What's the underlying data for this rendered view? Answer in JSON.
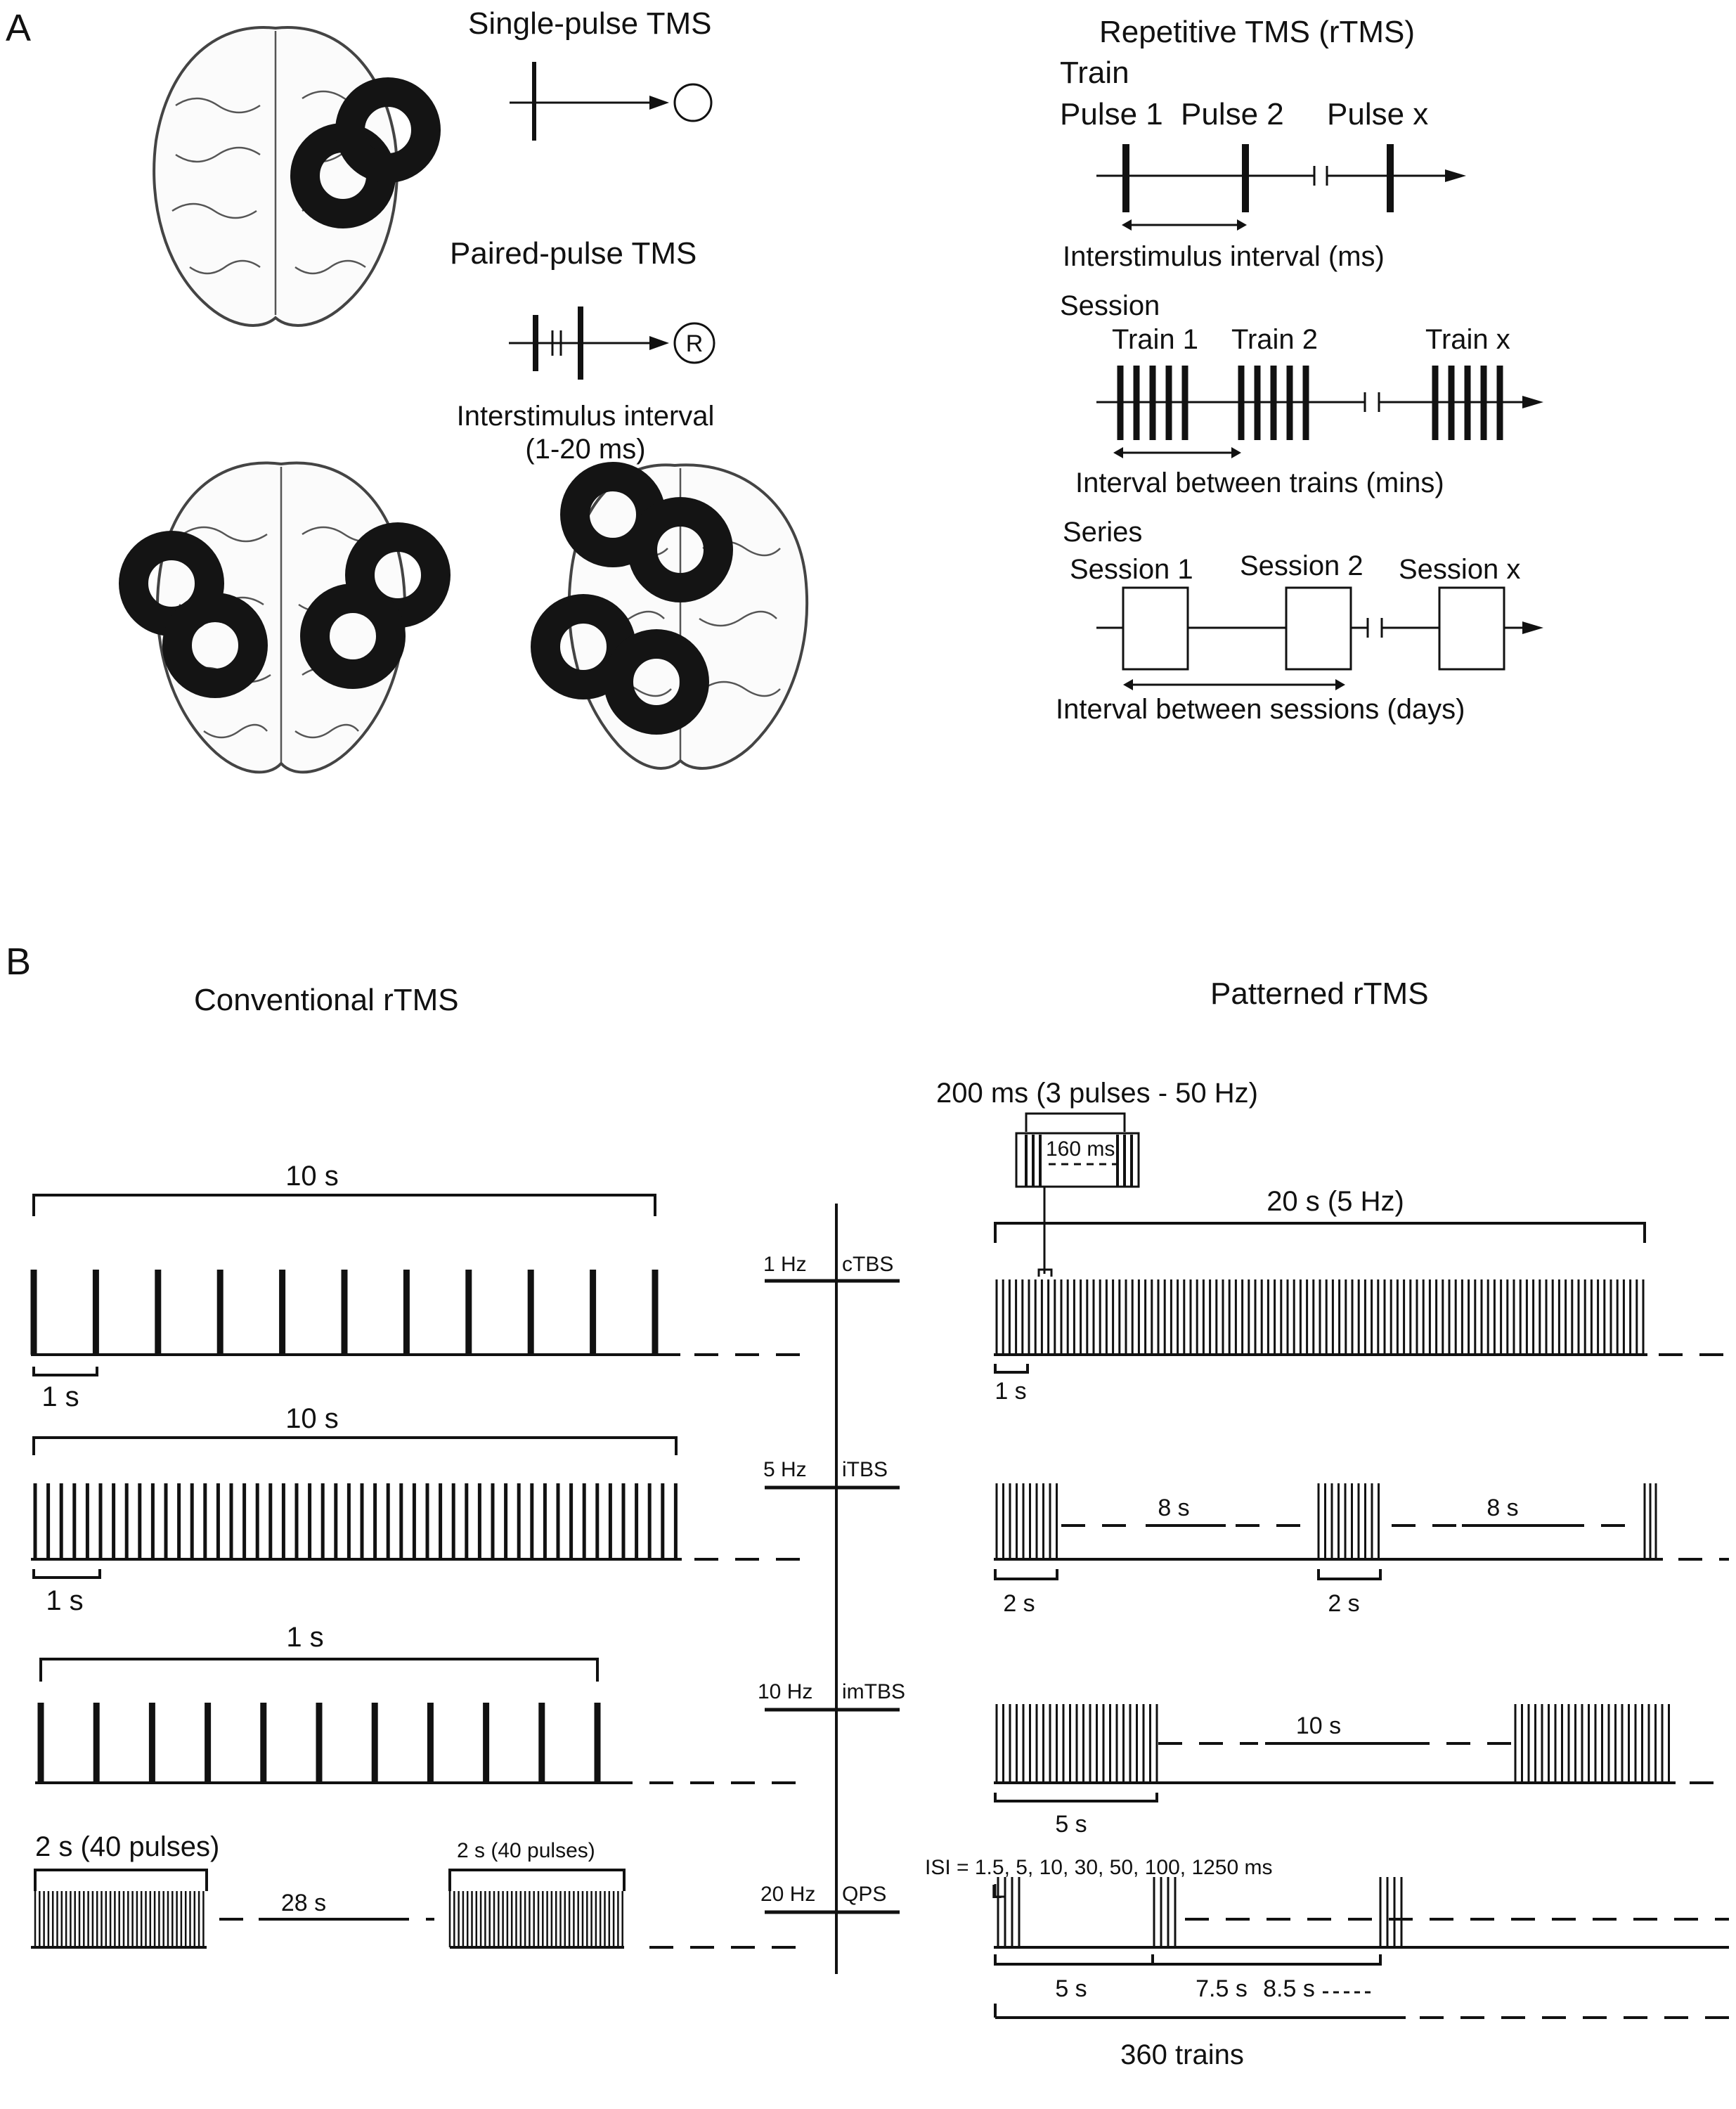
{
  "panel_a": {
    "letter": "A",
    "single_pulse": {
      "title": "Single-pulse TMS"
    },
    "paired_pulse": {
      "title": "Paired-pulse TMS",
      "response_label": "R",
      "interval_line1": "Interstimulus interval",
      "interval_line2": "(1-20 ms)"
    },
    "rtms": {
      "title": "Repetitive TMS (rTMS)",
      "train_heading": "Train",
      "pulse1": "Pulse 1",
      "pulse2": "Pulse 2",
      "pulsex": "Pulse x",
      "isi_label": "Interstimulus interval (ms)",
      "session_heading": "Session",
      "train1": "Train 1",
      "train2": "Train 2",
      "trainx": "Train x",
      "trains_interval": "Interval between trains (mins)",
      "series_heading": "Series",
      "session1": "Session 1",
      "session2": "Session 2",
      "sessionx": "Session x",
      "sessions_interval": "Interval between sessions (days)"
    }
  },
  "panel_b": {
    "letter": "B",
    "conventional": {
      "title": "Conventional rTMS",
      "row1_top": "10 s",
      "row1_bottom": "1 s",
      "row2_top": "10 s",
      "row2_bottom": "1 s",
      "row3_top": "1 s",
      "row4_top_left": "2 s (40 pulses)",
      "row4_top_right": "2 s (40 pulses)",
      "row4_gap": "28 s"
    },
    "ladder": [
      {
        "freq": "1 Hz",
        "protocol": "cTBS"
      },
      {
        "freq": "5 Hz",
        "protocol": "iTBS"
      },
      {
        "freq": "10 Hz",
        "protocol": "imTBS"
      },
      {
        "freq": "20 Hz",
        "protocol": "QPS"
      }
    ],
    "patterned": {
      "title": "Patterned rTMS",
      "burst_label": "200 ms (3 pulses - 50 Hz)",
      "burst_inner": "160 ms",
      "ctbs_top": "20 s (5 Hz)",
      "ctbs_bottom": "1 s",
      "itbs_gap1": "8 s",
      "itbs_gap2": "8 s",
      "itbs_train1": "2 s",
      "itbs_train2": "2 s",
      "imtbs_gap": "10 s",
      "imtbs_train": "5 s",
      "qps_isi": "ISI = 1.5, 5, 10, 30, 50, 100, 1250 ms",
      "qps_marker": "L",
      "qps_5s": "5 s",
      "qps_75s": "7.5 s",
      "qps_85s": "8.5 s",
      "qps_total": "360 trains"
    }
  }
}
